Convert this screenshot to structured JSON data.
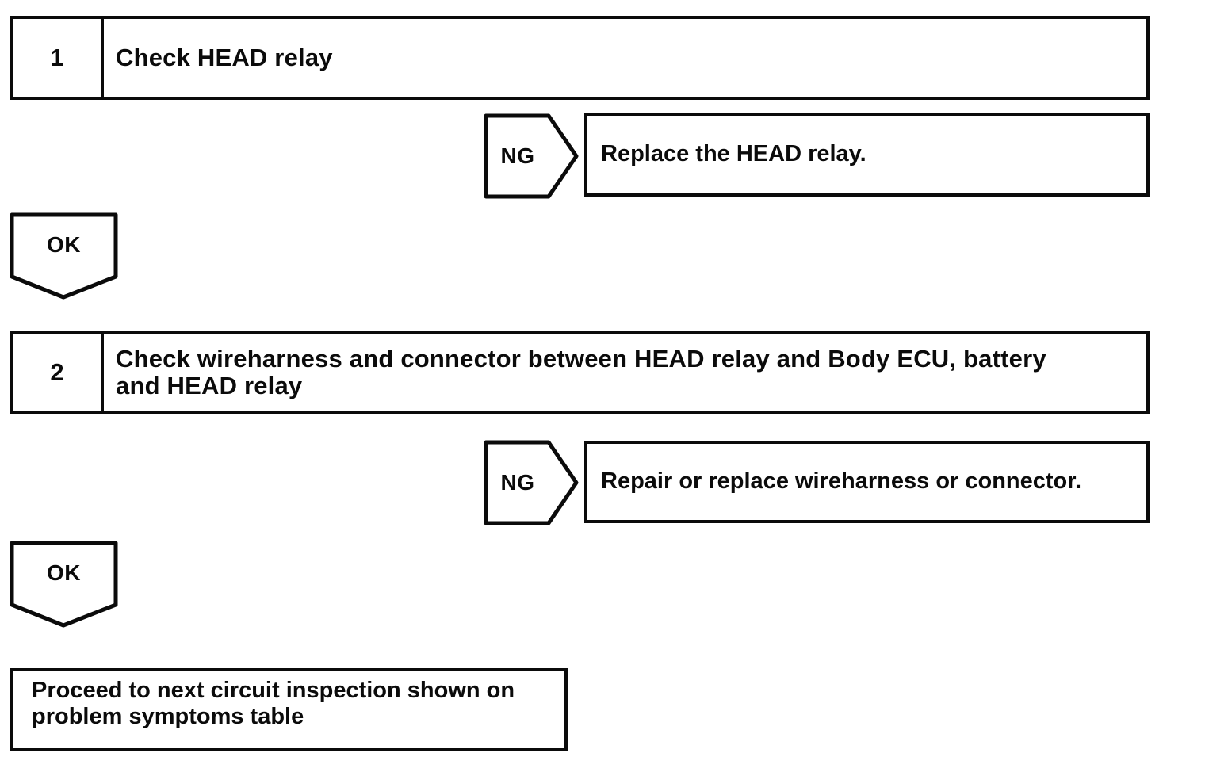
{
  "page": {
    "background_color": "#ffffff",
    "ink_color": "#0b0b0b"
  },
  "flowchart": {
    "steps": [
      {
        "number": "1",
        "title_lines": [
          "Check HEAD relay"
        ],
        "ng": {
          "label": "NG",
          "result_lines": [
            "Replace the HEAD relay."
          ]
        },
        "ok": {
          "label": "OK"
        }
      },
      {
        "number": "2",
        "title_lines": [
          "Check wireharness and connector between HEAD relay and Body ECU, battery",
          "and HEAD relay"
        ],
        "ng": {
          "label": "NG",
          "result_lines": [
            "Repair or replace wireharness or connector."
          ]
        },
        "ok": {
          "label": "OK"
        }
      }
    ],
    "end_box": {
      "lines": [
        "Proceed to next circuit inspection shown on",
        "problem symptoms table"
      ]
    }
  }
}
